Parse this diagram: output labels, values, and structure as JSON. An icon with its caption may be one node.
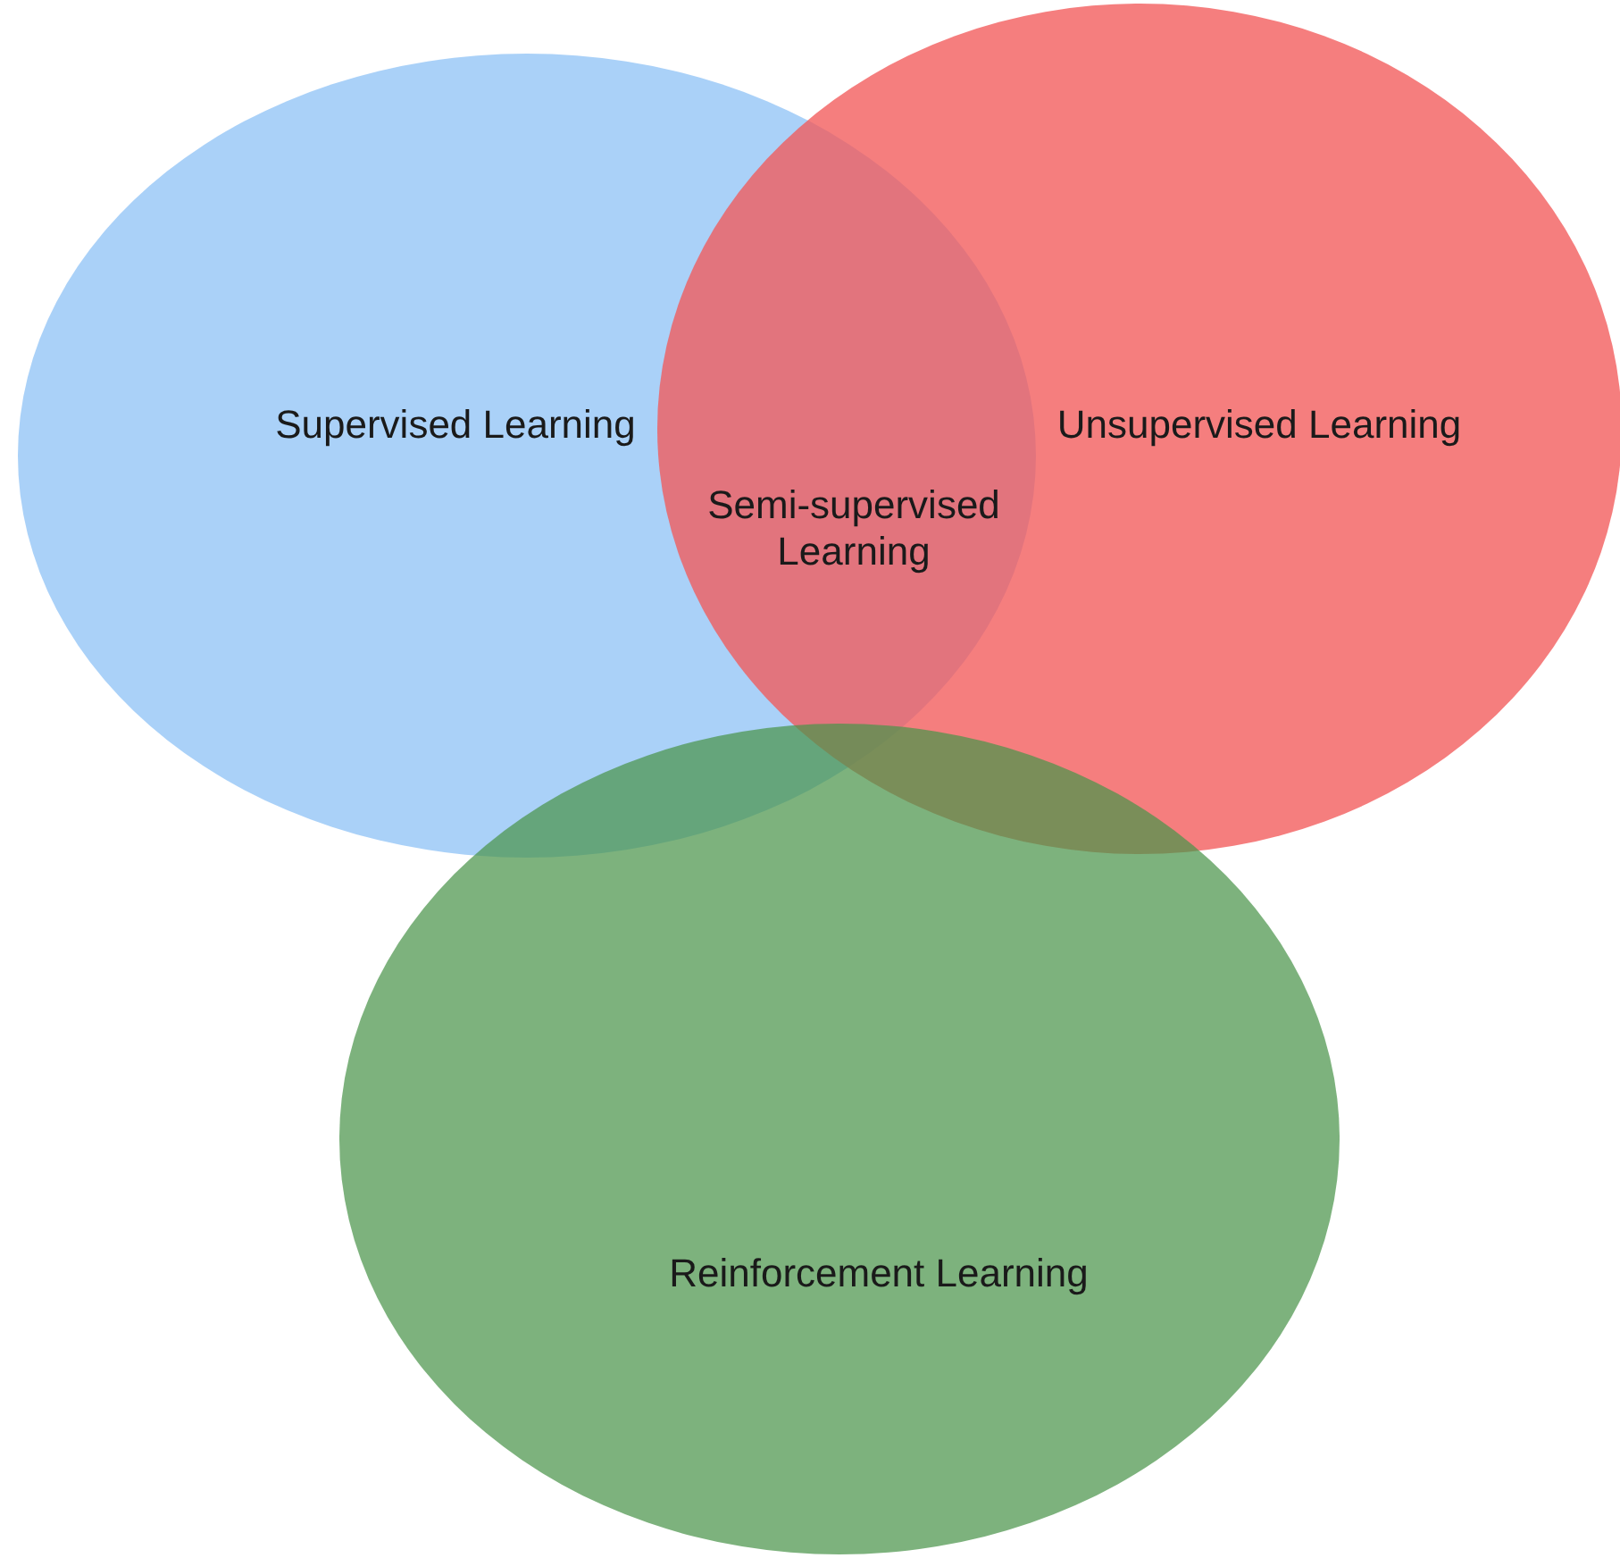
{
  "diagram": {
    "nodes": [
      {
        "text": [
          "Supervised Learning"
        ]
      },
      {
        "text": [
          "Unsupervised Learning"
        ]
      },
      {
        "text": [
          "Reinforcement Learning"
        ]
      }
    ],
    "edges": [],
    "labels": [
      "Semi-supervised Learning"
    ]
  }
}
